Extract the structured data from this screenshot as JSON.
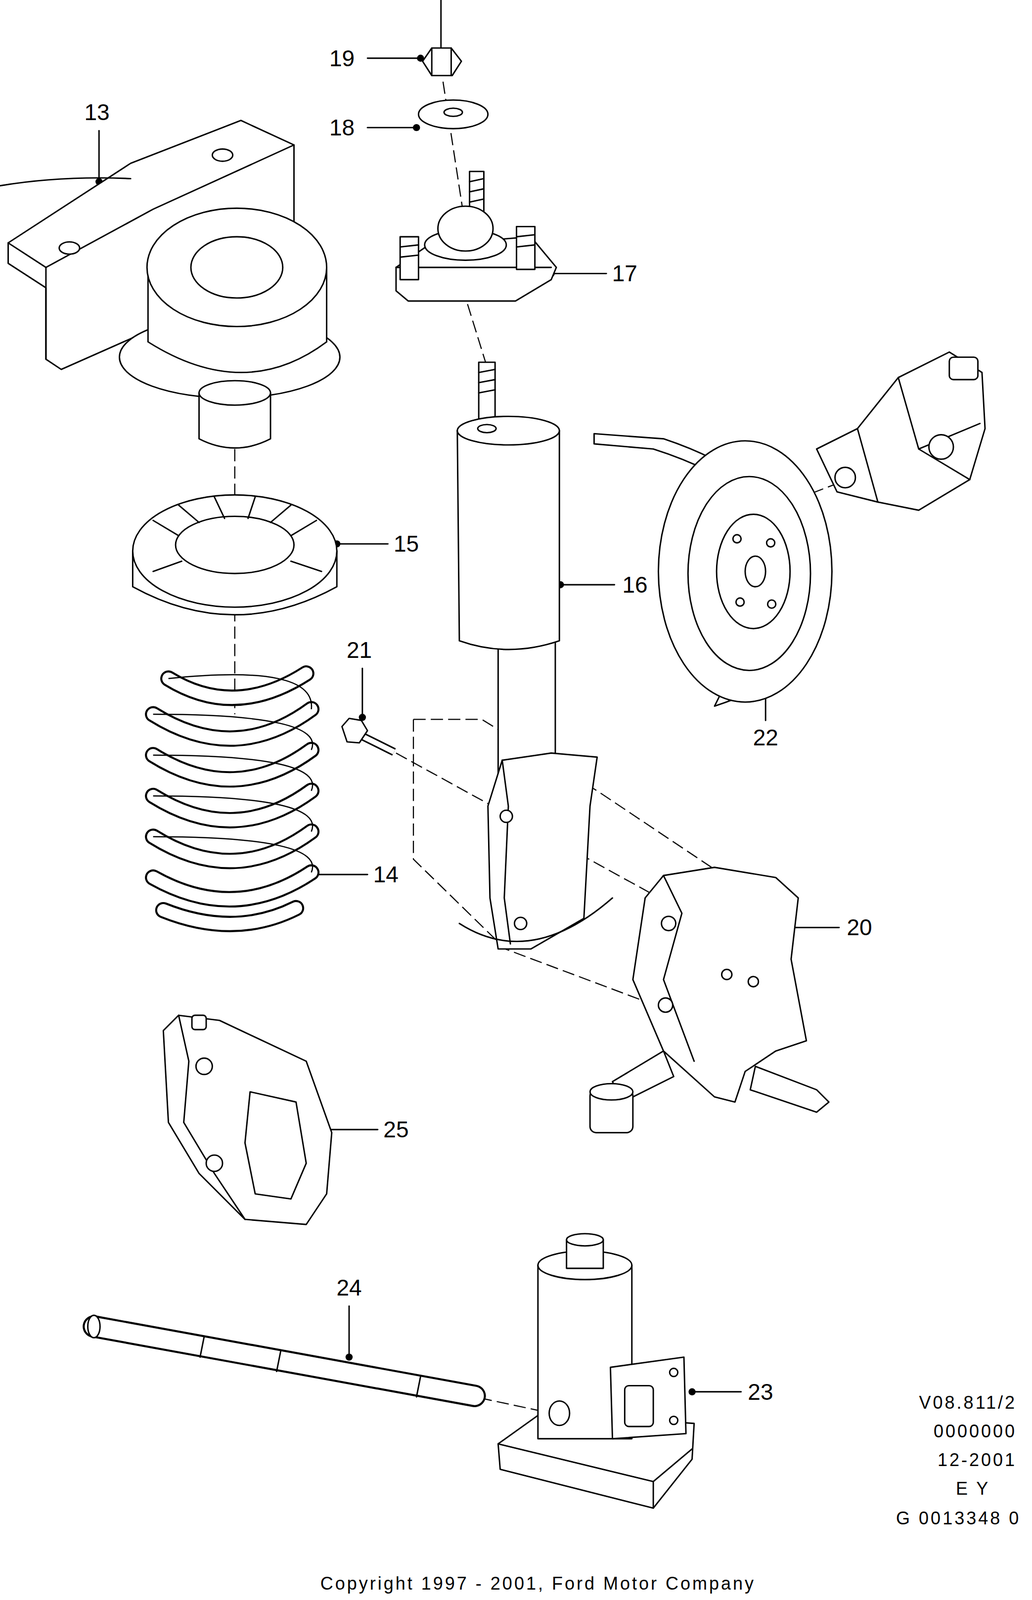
{
  "diagram": {
    "labels": [
      "19",
      "18",
      "13",
      "17",
      "15",
      "16",
      "21",
      "22",
      "14",
      "20",
      "25",
      "24",
      "23",
      "V08.811/2",
      "0000000",
      "12-2001",
      "E Y",
      "G 0013348 0",
      "Copyright 1997 - 2001, Ford Motor Company"
    ]
  }
}
